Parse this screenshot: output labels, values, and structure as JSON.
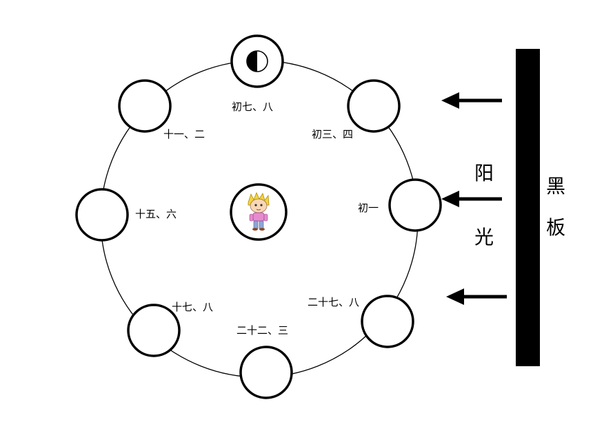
{
  "phase_labels": {
    "chuqi_ba": "初七、八",
    "chusan_si": "初三、四",
    "chuyi": "初一",
    "ershiqi_ba": "二十七、八",
    "ershier_san": "二十二、三",
    "shiqi_ba": "十七、八",
    "shiwu_liu": "十五、六",
    "shiyi_er": "十一、二"
  },
  "sunlight": {
    "char1": "阳",
    "char2": "光"
  },
  "blackboard": {
    "char1": "黑",
    "char2": "板"
  },
  "colors": {
    "stroke": "#000000",
    "background": "#ffffff",
    "blackboard": "#000000",
    "child_hair": "#f2d53c",
    "child_shirt": "#e78bd0",
    "child_pants": "#8fa6d6",
    "child_skin": "#f7d7b5"
  },
  "icons": {
    "center": "child-observer-icon",
    "arrows": "left-arrow-icon"
  }
}
